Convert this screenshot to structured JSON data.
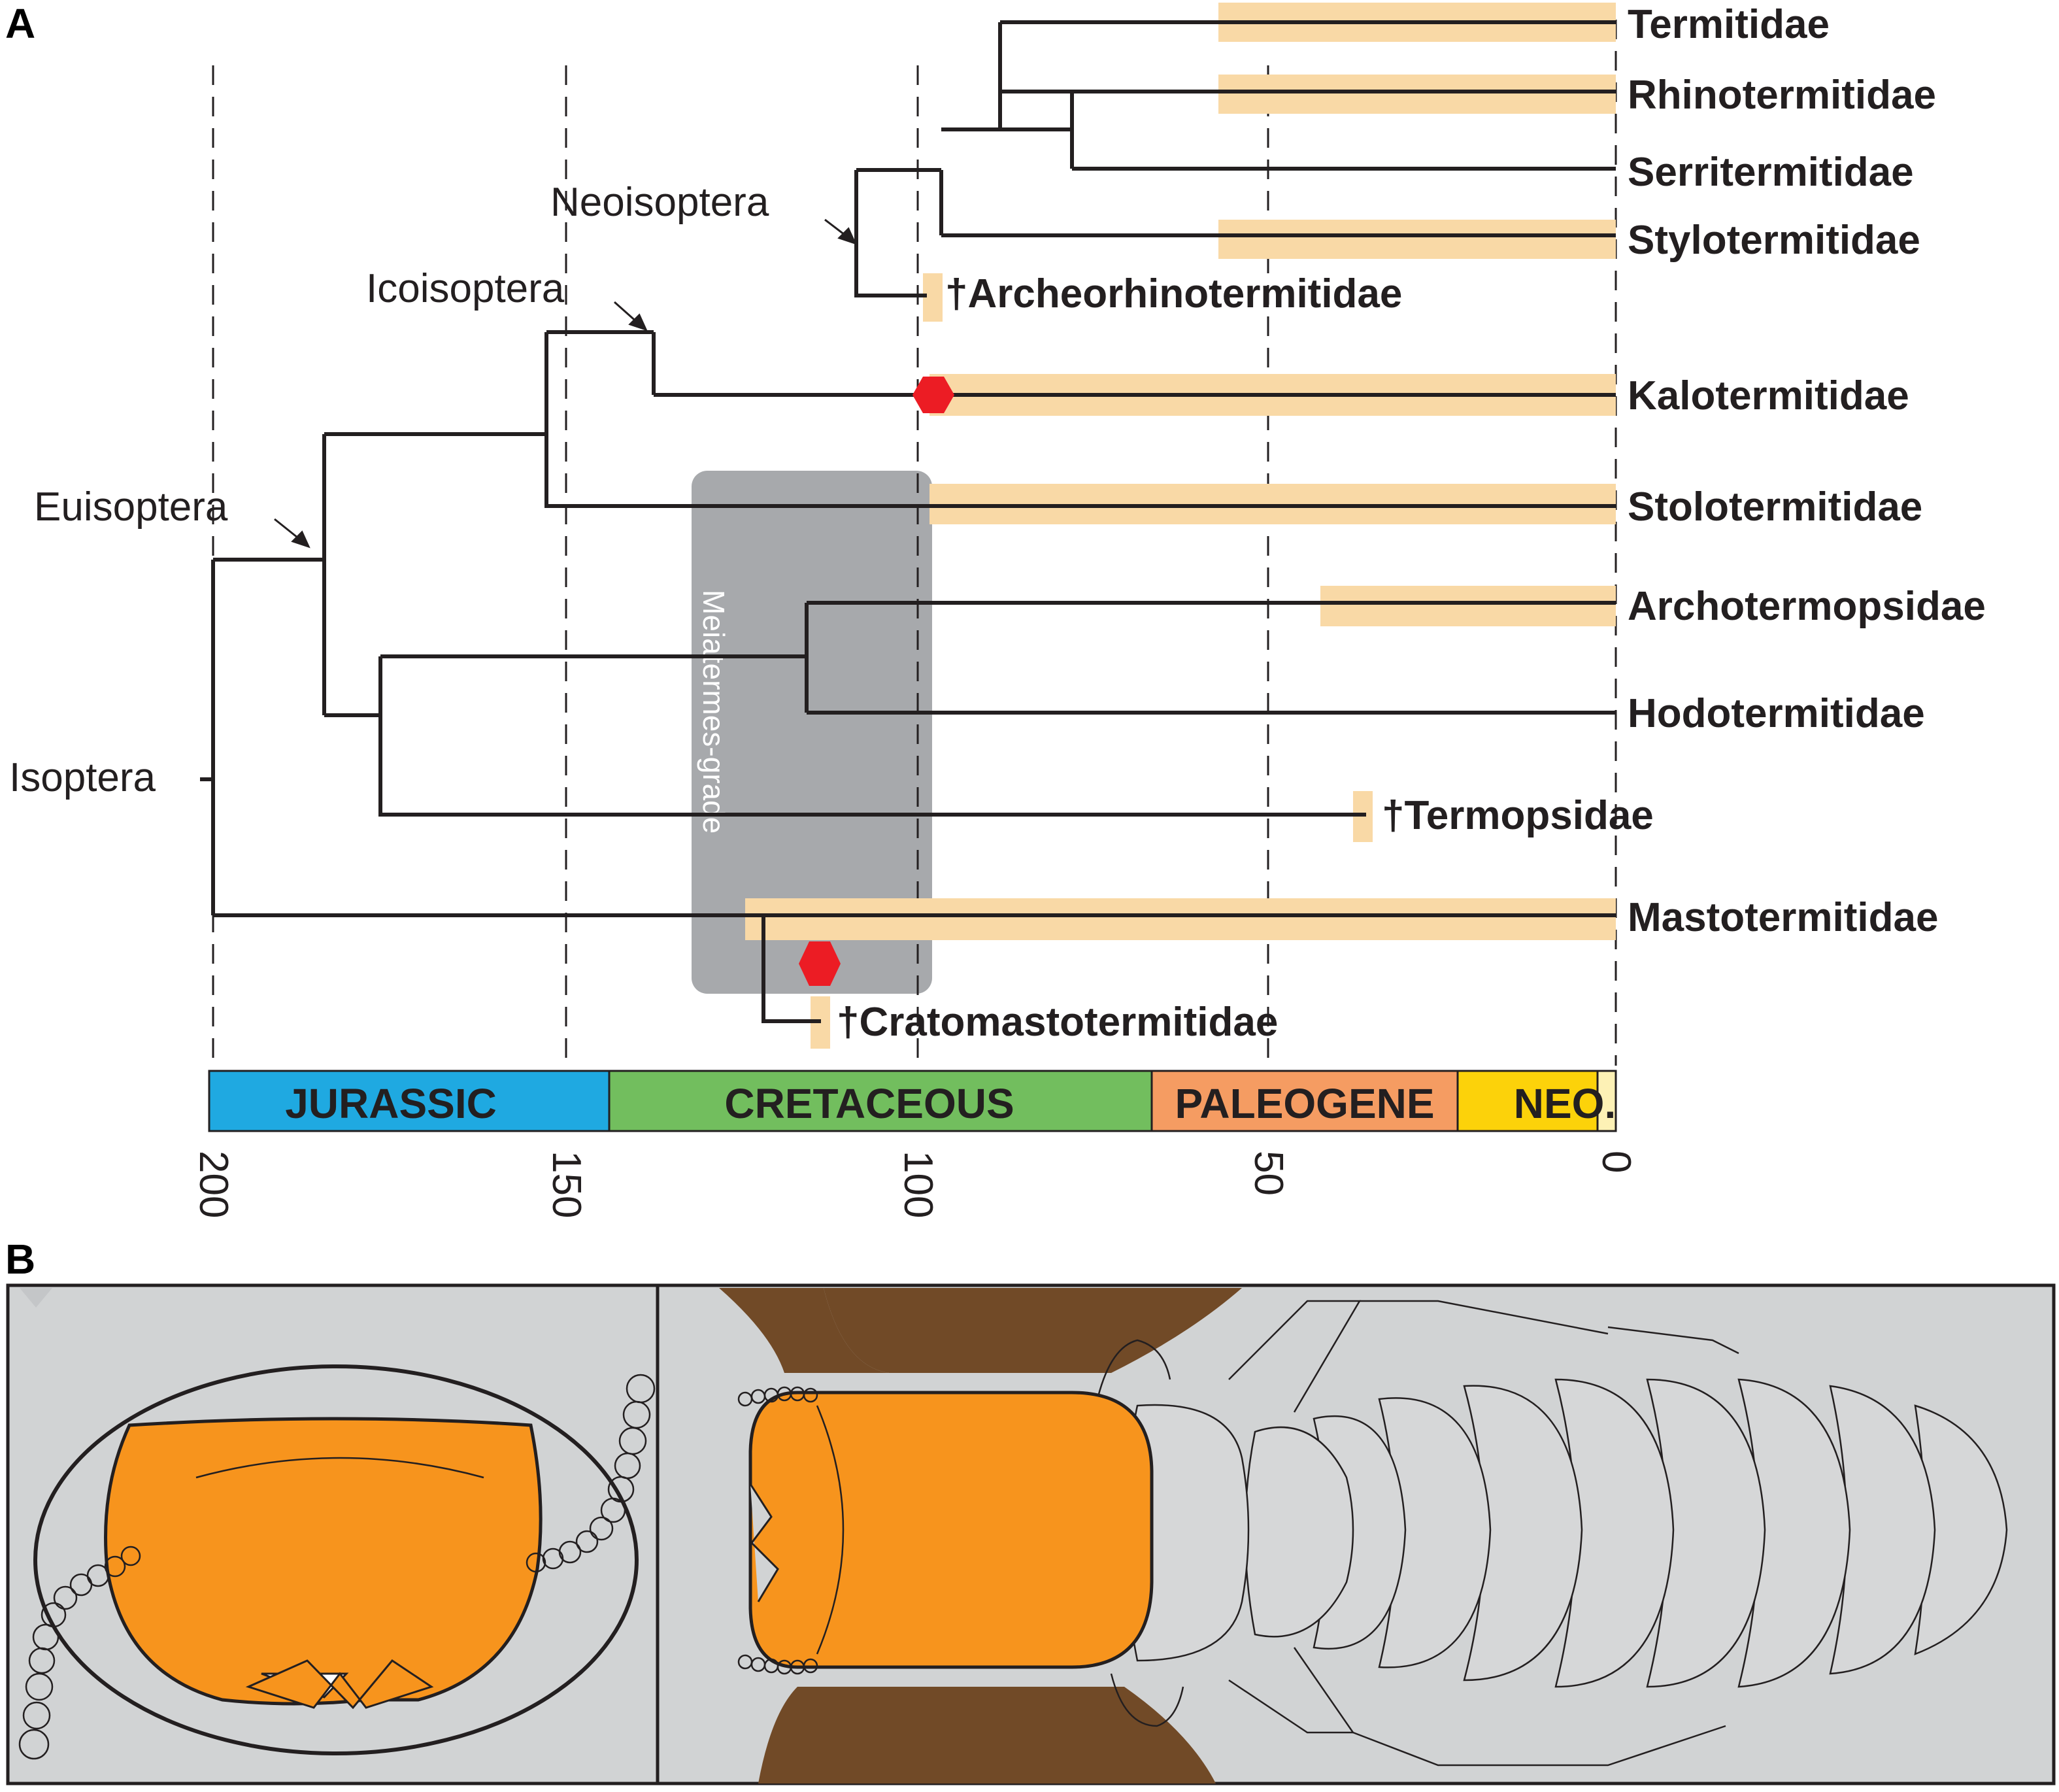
{
  "panel_a": {
    "letter": "A",
    "taxa": [
      {
        "label": "Termitidae"
      },
      {
        "label": "Rhinotermitidae"
      },
      {
        "label": "Serritermitidae"
      },
      {
        "label": "Stylotermitidae"
      },
      {
        "label": "†Archeorhinotermitidae"
      },
      {
        "label": "Kalotermitidae"
      },
      {
        "label": "Stolotermitidae"
      },
      {
        "label": "Archotermopsidae"
      },
      {
        "label": "Hodotermitidae"
      },
      {
        "label": "†Termopsidae"
      },
      {
        "label": "Mastotermitidae"
      },
      {
        "label": "†Cratomastotermitidae"
      }
    ],
    "clades": {
      "neoisoptera": "Neoisoptera",
      "icoisoptera": "Icoisoptera",
      "euisoptera": "Euisoptera",
      "isoptera": "Isoptera"
    },
    "grade_box": {
      "label": "Meiatermes-grade",
      "color": "#a7a9ac"
    },
    "periods": [
      {
        "label": "JURASSIC",
        "color": "#1fa9e1"
      },
      {
        "label": "CRETACEOUS",
        "color": "#72be5e"
      },
      {
        "label": "PALEOGENE",
        "color": "#f59c62"
      },
      {
        "label": "NEO.",
        "color": "#fcd20a"
      }
    ],
    "axis_ticks": [
      "200",
      "150",
      "100",
      "50",
      "0"
    ],
    "fossil_range_color": "#f9d9a6",
    "fossil_marker_color": "#ec1c24"
  },
  "panel_b": {
    "letter": "B",
    "background_color": "#d1d3d4",
    "head_color": "#f7941d",
    "tunnel_color": "#714a27"
  }
}
